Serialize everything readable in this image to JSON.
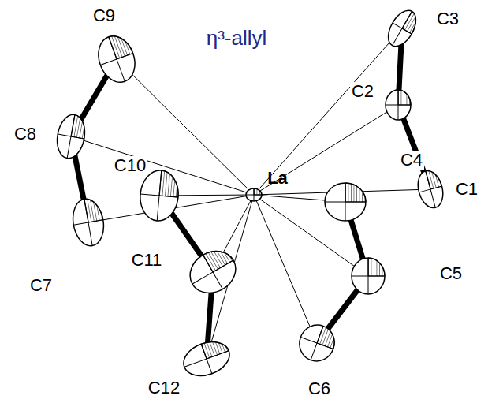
{
  "diagram": {
    "labels": [
      "η³-allyl",
      "La",
      "C1",
      "C2",
      "C3",
      "C4",
      "C5",
      "C6",
      "C7",
      "C8",
      "C9",
      "C10",
      "C11",
      "C12"
    ]
  }
}
